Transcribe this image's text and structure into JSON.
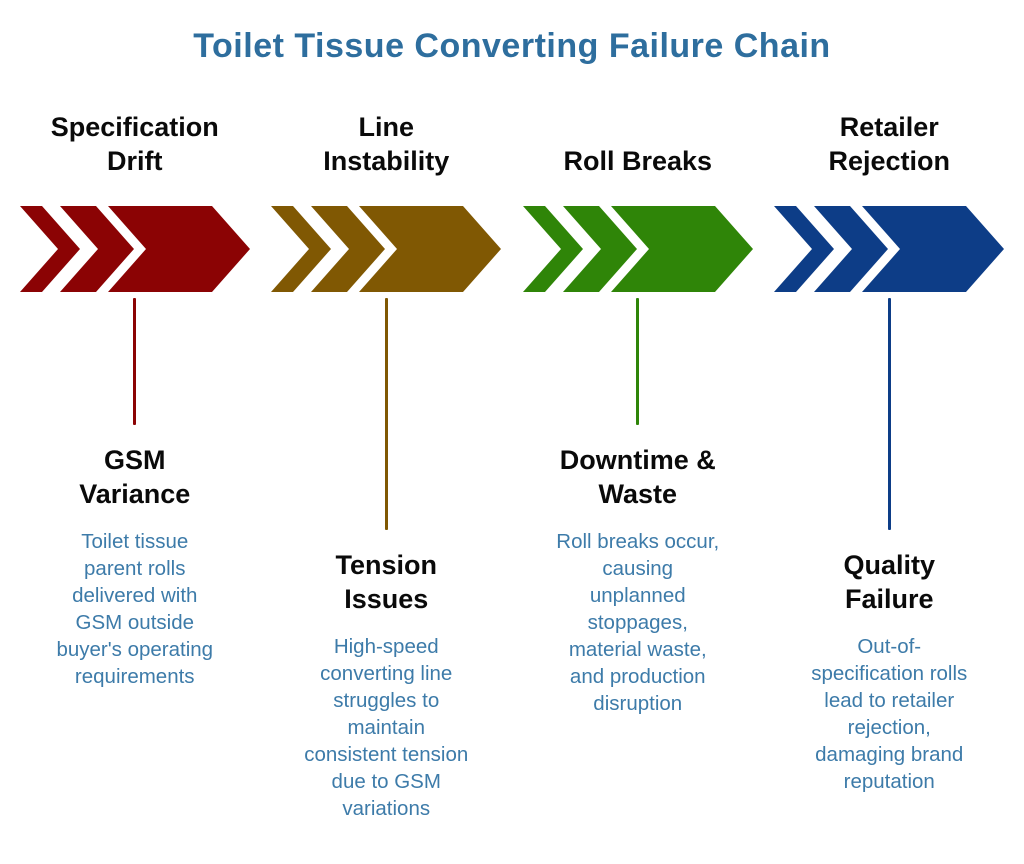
{
  "title": {
    "text": "Toilet Tissue Converting Failure Chain",
    "color": "#2E6E9E"
  },
  "body_text_color": "#3D7BA9",
  "stages": [
    {
      "name": "specification-drift",
      "stage_label": "Specification\nDrift",
      "color": "#8B0304",
      "effect_label": "GSM\nVariance",
      "description": "Toilet tissue\nparent rolls\ndelivered with\nGSM outside\nbuyer's operating\nrequirements",
      "connector": "short"
    },
    {
      "name": "line-instability",
      "stage_label": "Line\nInstability",
      "color": "#805803",
      "effect_label": "Tension\nIssues",
      "description": "High-speed\nconverting line\nstruggles to\nmaintain\nconsistent tension\ndue to GSM\nvariations",
      "connector": "long"
    },
    {
      "name": "roll-breaks",
      "stage_label": "Roll Breaks",
      "color": "#2F8508",
      "effect_label": "Downtime &\nWaste",
      "description": "Roll breaks occur,\ncausing\nunplanned\nstoppages,\nmaterial waste,\nand production\ndisruption",
      "connector": "short"
    },
    {
      "name": "retailer-rejection",
      "stage_label": "Retailer\nRejection",
      "color": "#0D3D87",
      "effect_label": "Quality\nFailure",
      "description": "Out-of-\nspecification rolls\nlead to retailer\nrejection,\ndamaging brand\nreputation",
      "connector": "long"
    }
  ]
}
